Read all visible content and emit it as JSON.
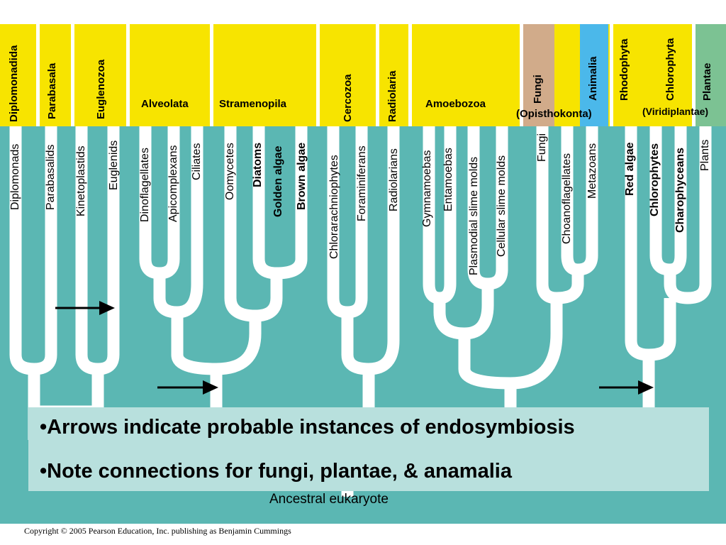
{
  "groups": {
    "diplomonadida": "Diplomonadida",
    "parabasala": "Parabasala",
    "euglenozoa": "Euglenozoa",
    "alveolata": "Alveolata",
    "stramenopila": "Stramenopila",
    "cercozoa": "Cercozoa",
    "radiolaria": "Radiolaria",
    "amoebozoa": "Amoebozoa",
    "fungi": "Fungi",
    "opisthokonta": "(Opisthokonta)",
    "animalia": "Animalia",
    "rhodophyta": "Rhodophyta",
    "chlorophyta": "Chlorophyta",
    "plantae": "Plantae",
    "viridiplantae": "(Viridiplantae)"
  },
  "taxa": {
    "diplomonads": "Diplomonads",
    "parabasalids": "Parabasalids",
    "kinetoplastids": "Kinetoplastids",
    "euglenids": "Euglenids",
    "dinoflagellates": "Dinoflagellates",
    "apicomplexans": "Apicomplexans",
    "ciliates": "Ciliates",
    "oomycetes": "Oomycetes",
    "diatoms": "Diatoms",
    "golden_algae": "Golden algae",
    "brown_algae": "Brown algae",
    "chlorarachniophytes": "Chlorarachniophytes",
    "foraminiferans": "Foraminiferans",
    "radiolarians": "Radiolarians",
    "gymnamoebas": "Gymnamoebas",
    "entamoebas": "Entamoebas",
    "plasmodial_slime_molds": "Plasmodial slime molds",
    "cellular_slime_molds": "Cellular slime molds",
    "fungi": "Fungi",
    "choanoflagellates": "Choanoflagellates",
    "metazoans": "Metazoans",
    "red_algae": "Red algae",
    "chlorophytes": "Chlorophytes",
    "charophyceans": "Charophyceans",
    "plants": "Plants"
  },
  "notes": {
    "arrows": "•Arrows indicate probable instances of endosymbiosis",
    "connections": "•Note connections for fungi, plantae, & anamalia"
  },
  "root_label": "Ancestral eukaryote",
  "copyright": "Copyright © 2005 Pearson Education, Inc. publishing as Benjamin Cummings",
  "colors": {
    "band_yellow": "#f7e400",
    "fungi_tan": "#d1ab8a",
    "animalia_blue": "#4bb8ea",
    "plantae_green": "#7cc293",
    "background_teal": "#5bb7b3",
    "branch_white": "#ffffff",
    "callout_box": "#b8e0dd"
  }
}
